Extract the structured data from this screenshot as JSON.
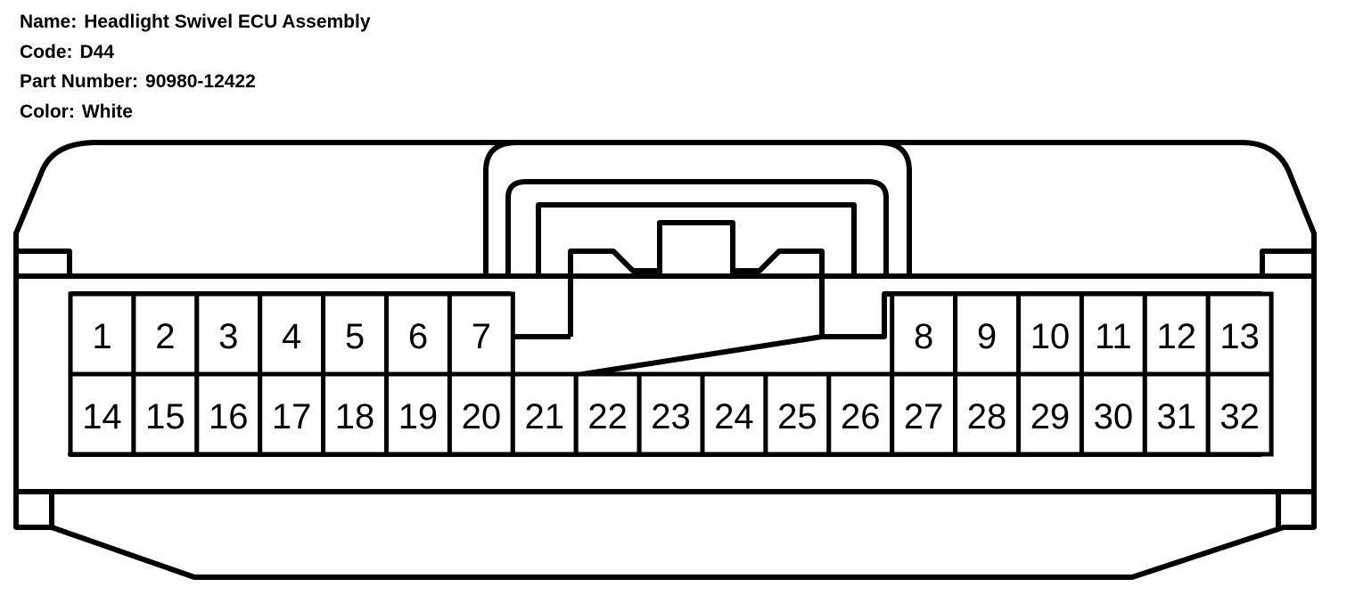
{
  "info": {
    "name_label": "Name:",
    "name_value": "Headlight Swivel ECU Assembly",
    "code_label": "Code:",
    "code_value": "D44",
    "part_label": "Part Number:",
    "part_value": "90980-12422",
    "color_label": "Color:",
    "color_value": "White"
  },
  "connector": {
    "top_row": [
      "1",
      "2",
      "3",
      "4",
      "5",
      "6",
      "7",
      "8",
      "9",
      "10",
      "11",
      "12",
      "13"
    ],
    "bottom_row": [
      "14",
      "15",
      "16",
      "17",
      "18",
      "19",
      "20",
      "21",
      "22",
      "23",
      "24",
      "25",
      "26",
      "27",
      "28",
      "29",
      "30",
      "31",
      "32"
    ]
  }
}
